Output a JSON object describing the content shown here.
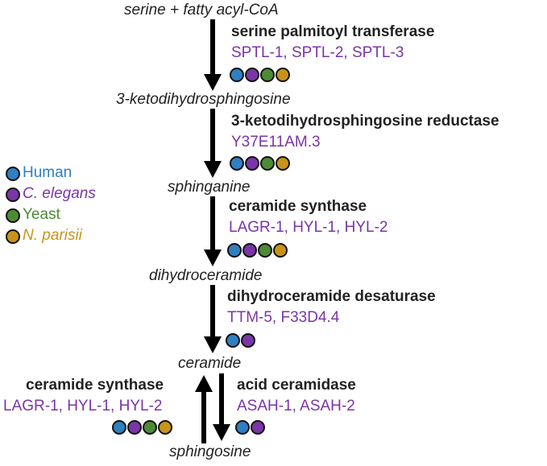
{
  "colors": {
    "human": "#2f7fc1",
    "c_elegans": "#7a35a6",
    "yeast": "#4e8a36",
    "n_parisii": "#c89418",
    "gene_text": "#7a35a6",
    "text": "#222222"
  },
  "metabolites": {
    "serine_fatty": "serine + fatty acyl-CoA",
    "ketodihydro": "3-ketodihydrosphingosine",
    "sphinganine": "sphinganine",
    "dihydroceramide": "dihydroceramide",
    "ceramide": "ceramide",
    "sphingosine": "sphingosine"
  },
  "steps": [
    {
      "enzyme": "serine palmitoyl transferase",
      "genes": "SPTL-1, SPTL-2, SPTL-3",
      "organisms": [
        "human",
        "c_elegans",
        "yeast",
        "n_parisii"
      ]
    },
    {
      "enzyme": "3-ketodihydrosphingosine reductase",
      "genes": "Y37E11AM.3",
      "organisms": [
        "human",
        "c_elegans",
        "yeast",
        "n_parisii"
      ]
    },
    {
      "enzyme": "ceramide synthase",
      "genes": "LAGR-1, HYL-1, HYL-2",
      "organisms": [
        "human",
        "c_elegans",
        "yeast",
        "n_parisii"
      ]
    },
    {
      "enzyme": "dihydroceramide desaturase",
      "genes": "TTM-5, F33D4.4",
      "organisms": [
        "human",
        "c_elegans"
      ]
    },
    {
      "enzyme": "acid ceramidase",
      "genes": "ASAH-1, ASAH-2",
      "organisms": [
        "human",
        "c_elegans"
      ]
    },
    {
      "enzyme": "ceramide synthase",
      "genes": "LAGR-1, HYL-1, HYL-2",
      "organisms": [
        "human",
        "c_elegans",
        "yeast",
        "n_parisii"
      ]
    }
  ],
  "legend": [
    {
      "label": "Human",
      "color": "#2f7fc1",
      "italic": false
    },
    {
      "label": "C. elegans",
      "color": "#7a35a6",
      "italic": true
    },
    {
      "label": "Yeast",
      "color": "#4e8a36",
      "italic": false
    },
    {
      "label": "N. parisii",
      "color": "#c89418",
      "italic": true
    }
  ]
}
